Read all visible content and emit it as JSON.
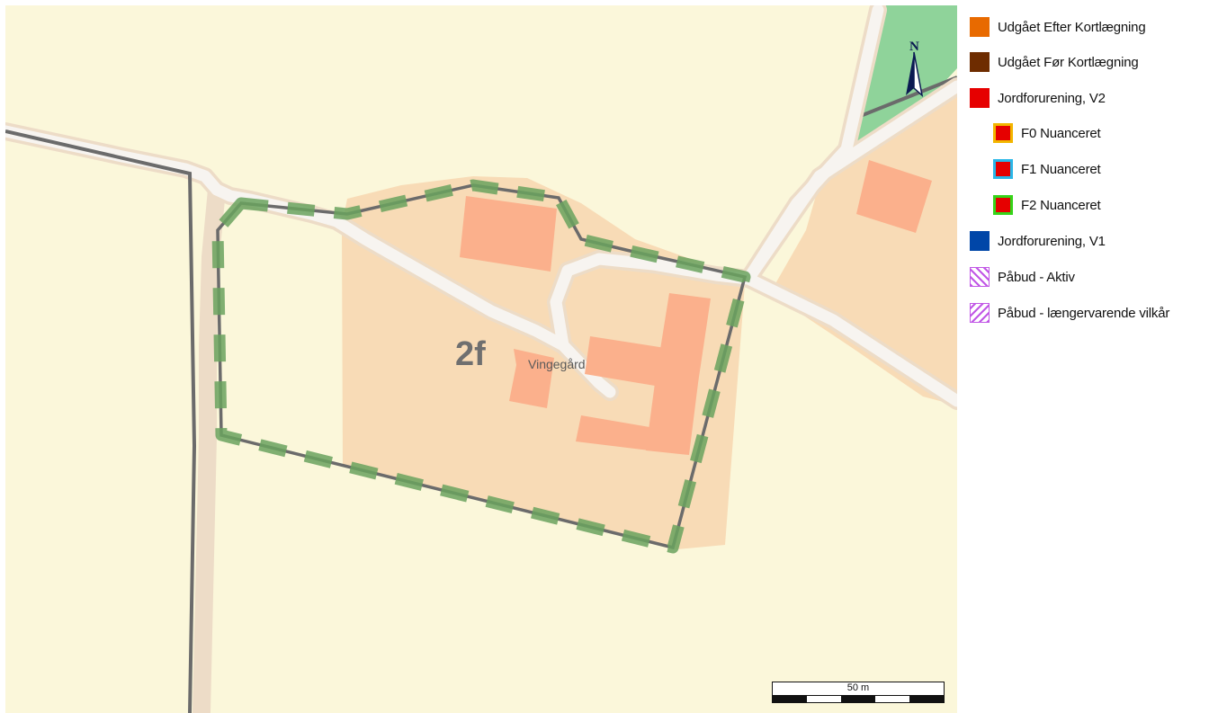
{
  "map": {
    "parcel_code": "2f",
    "place_name": "Vingegård",
    "north_arrow_label": "N",
    "colors": {
      "background": "#fbf7da",
      "farmland": "#f8dbb6",
      "building": "#fbb08c",
      "road_fill": "#f7f4f0",
      "road_edge": "#eddcc7",
      "boundary_line": "#6b6b6b",
      "dashed_outline": "#6aa25e",
      "forest": "#8fd39a"
    }
  },
  "legend": {
    "items": [
      {
        "label": "Udgået Efter Kortlægning",
        "swatch": "solid",
        "color": "#e86a00",
        "indent": false
      },
      {
        "label": "Udgået Før Kortlægning",
        "swatch": "solid",
        "color": "#6e2c00",
        "indent": false
      },
      {
        "label": "Jordforurening, V2",
        "swatch": "solid",
        "color": "#e60000",
        "indent": false
      },
      {
        "label": "F0 Nuanceret",
        "swatch": "outlined",
        "color": "#e60000",
        "border": "#f2b600",
        "indent": true
      },
      {
        "label": "F1 Nuanceret",
        "swatch": "outlined",
        "color": "#e60000",
        "border": "#2ab7e8",
        "indent": true
      },
      {
        "label": "F2 Nuanceret",
        "swatch": "outlined",
        "color": "#e60000",
        "border": "#35d419",
        "indent": true
      },
      {
        "label": "Jordforurening, V1",
        "swatch": "solid",
        "color": "#0046a8",
        "indent": false
      },
      {
        "label": "Påbud - Aktiv",
        "swatch": "hatch-back",
        "color": "#c157e6",
        "indent": false
      },
      {
        "label": "Påbud - længervarende vilkår",
        "swatch": "hatch-forward",
        "color": "#c157e6",
        "indent": false
      }
    ]
  },
  "scalebar": {
    "label": "50 m"
  }
}
